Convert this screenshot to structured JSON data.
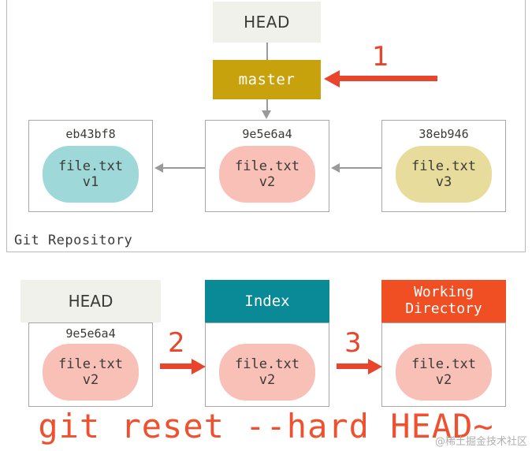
{
  "repository": {
    "label": "Git Repository",
    "head_label": "HEAD",
    "branch_label": "master",
    "commits": [
      {
        "hash": "eb43bf8",
        "file": "file.txt",
        "version": "v1",
        "color": "#9fd8d8"
      },
      {
        "hash": "9e5e6a4",
        "file": "file.txt",
        "version": "v2",
        "color": "#f9c0b8"
      },
      {
        "hash": "38eb946",
        "file": "file.txt",
        "version": "v3",
        "color": "#e8dc9c"
      }
    ]
  },
  "annotations": {
    "step1": "1",
    "step2": "2",
    "step3": "3"
  },
  "stages": [
    {
      "title": "HEAD",
      "hash": "9e5e6a4",
      "file": "file.txt",
      "version": "v2",
      "color": "#f9c0b8"
    },
    {
      "title": "Index",
      "hash": "",
      "file": "file.txt",
      "version": "v2",
      "color": "#f9c0b8"
    },
    {
      "title_line1": "Working",
      "title_line2": "Directory",
      "hash": "",
      "file": "file.txt",
      "version": "v2",
      "color": "#f9c0b8"
    }
  ],
  "command": "git reset --hard HEAD~",
  "watermark": "@稀土掘金技术社区",
  "colors": {
    "head_bg": "#f1f1ec",
    "master_bg": "#c8a20c",
    "index_bg": "#0a8a96",
    "working_bg": "#f04e23",
    "accent_red": "#e8452c",
    "command_red": "#ef5130",
    "connector_gray": "#9a9a9a",
    "box_border": "#a8a8a8"
  }
}
